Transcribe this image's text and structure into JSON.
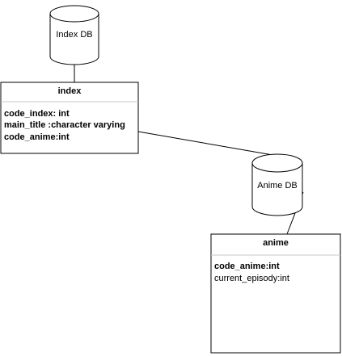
{
  "databases": {
    "index_db": {
      "label": "Index DB"
    },
    "anime_db": {
      "label": "Anime DB"
    }
  },
  "entities": {
    "index": {
      "title": "index",
      "fields": [
        {
          "text": "code_index: int",
          "bold": true
        },
        {
          "text": "main_title :character varying",
          "bold": true
        },
        {
          "text": "code_anime:int",
          "bold": true
        }
      ]
    },
    "anime": {
      "title": "anime",
      "fields": [
        {
          "text": "code_anime:int",
          "bold": true
        },
        {
          "text": "current_episody:int",
          "bold": false
        }
      ]
    }
  },
  "colors": {
    "stroke": "#000000",
    "fill": "#ffffff",
    "divider": "#c8c8c8"
  }
}
